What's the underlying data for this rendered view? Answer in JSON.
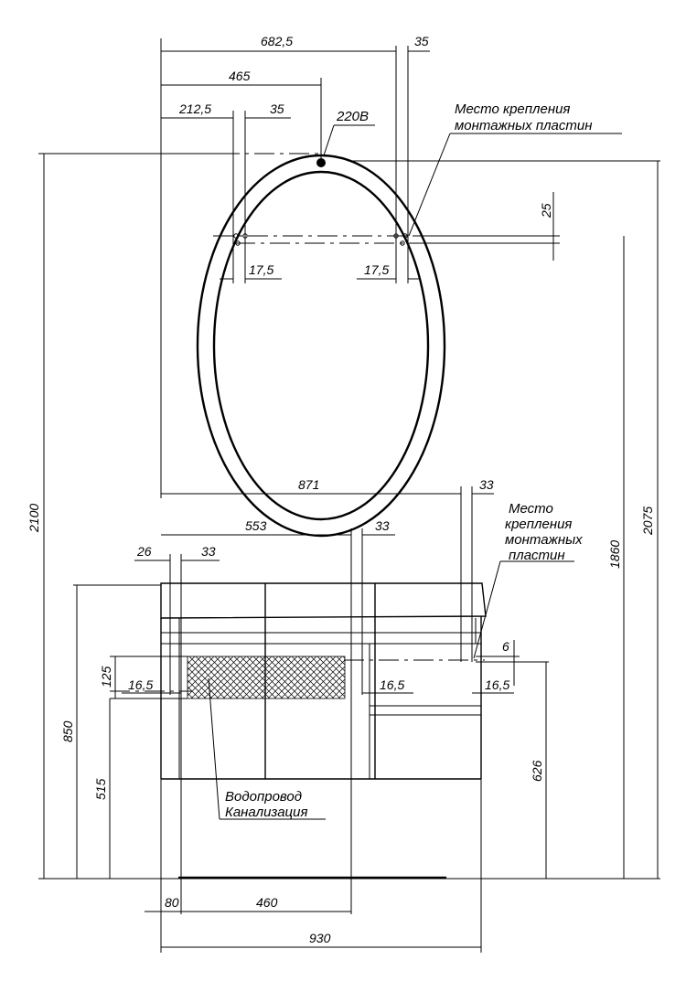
{
  "dimensions": {
    "mirror_width": "682,5",
    "mirror_plate_gap_right": "35",
    "mirror_half_width": "465",
    "mirror_plate_left_offset": "212,5",
    "mirror_plate_gap_left": "35",
    "plate_offset_left": "17,5",
    "plate_offset_right": "17,5",
    "plate_drop": "25",
    "cabinet_plate_span": "871",
    "cabinet_plate_gap_right": "33",
    "cabinet_center_offset": "553",
    "cabinet_center_gap": "33",
    "cabinet_left_offset": "26",
    "cabinet_left_gap": "33",
    "cabinet_plate_drop": "6",
    "pipe_zone_height": "125",
    "cabinet_side_left": "16,5",
    "cabinet_side_mid": "16,5",
    "cabinet_side_right": "16,5",
    "total_height": "2100",
    "mirror_plate_height": "2075",
    "cabinet_plate_height": "1860",
    "cabinet_top_height": "850",
    "pipe_zone_floor_height": "515",
    "cabinet_bottom_height": "626",
    "pipe_zone_left": "80",
    "pipe_zone_width": "460",
    "cabinet_width": "930"
  },
  "labels": {
    "power_label": "220В",
    "mirror_mounting_line1": "Место крепления",
    "mirror_mounting_line2": "монтажных пластин",
    "cabinet_mounting_line1": "Место",
    "cabinet_mounting_line2": "крепления",
    "cabinet_mounting_line3": "монтажных",
    "cabinet_mounting_line4": "пластин",
    "plumbing_line1": "Водопровод",
    "plumbing_line2": "Канализация"
  }
}
